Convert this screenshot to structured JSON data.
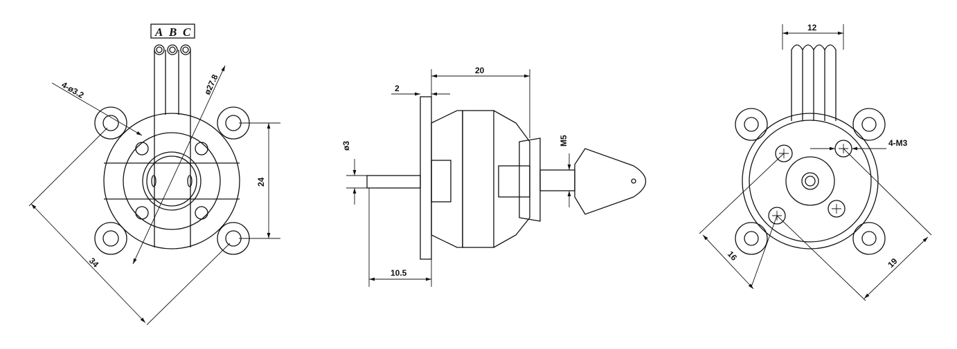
{
  "front_view": {
    "phase_labels": [
      "A",
      "B",
      "C"
    ],
    "dims": {
      "holes": "4-ø3.2",
      "diameter": "ø27.8",
      "vertical_spacing": "24",
      "diagonal_spacing": "34"
    }
  },
  "side_view": {
    "dims": {
      "flange_thickness": "2",
      "body_length": "20",
      "shaft_diameter": "ø3",
      "thread": "M5",
      "shaft_length": "10.5"
    }
  },
  "rear_view": {
    "dims": {
      "wire_width": "12",
      "screws": "4-M3",
      "diag_16": "16",
      "diag_19": "19"
    }
  }
}
